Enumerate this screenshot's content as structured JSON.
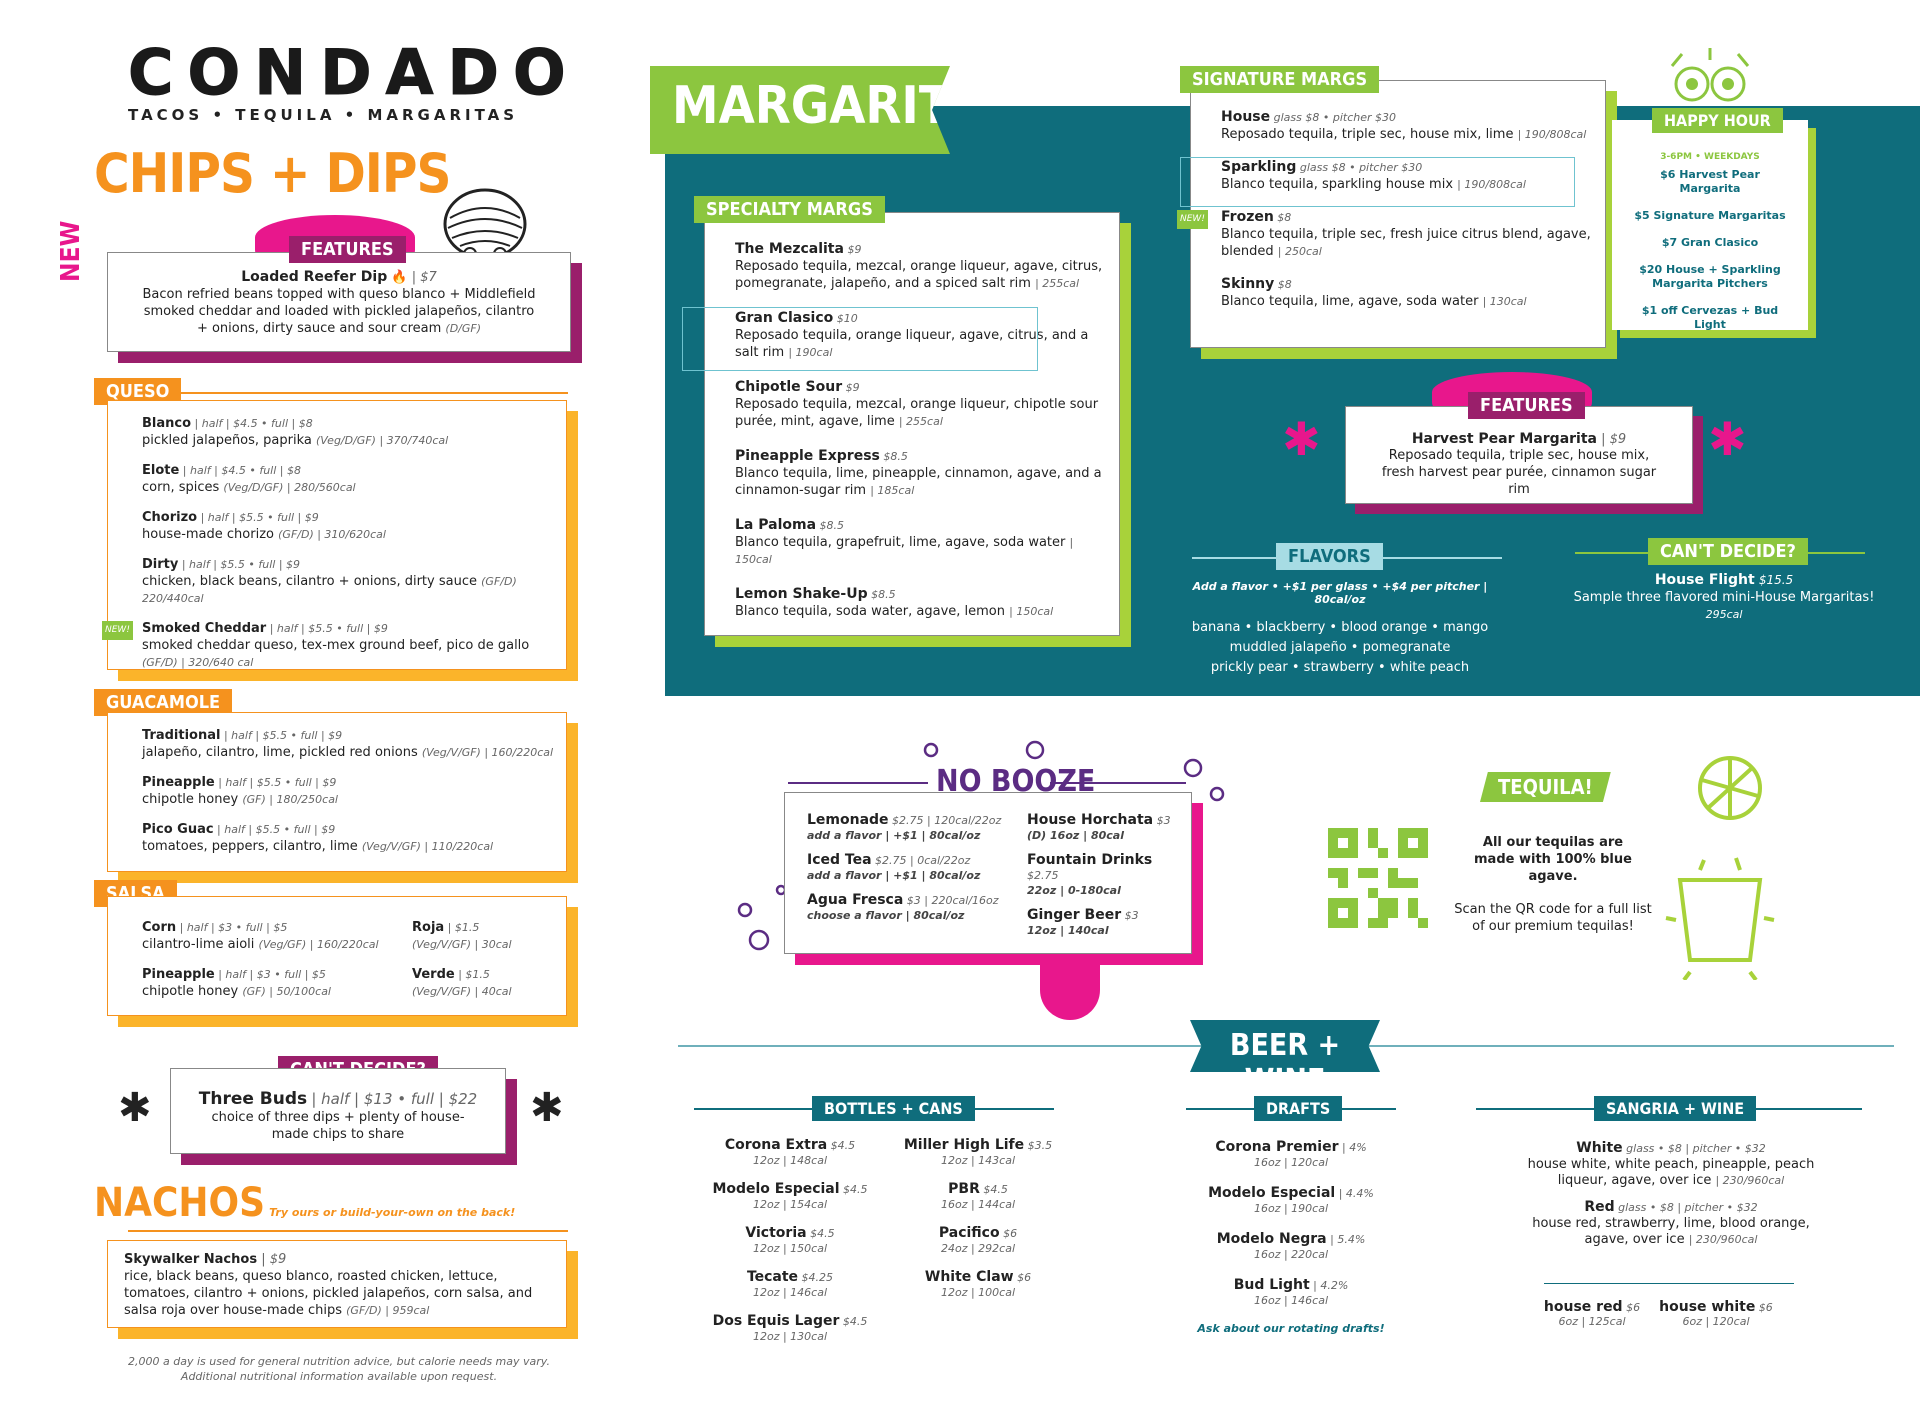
{
  "brand": {
    "name": "CONDADO",
    "tagline": "TACOS • TEQUILA • MARGARITAS"
  },
  "chips": {
    "title": "CHIPS + DIPS",
    "new_tag": "NEW",
    "features": {
      "label": "FEATURES",
      "name": "Loaded Reefer Dip",
      "price": "| $7",
      "desc": "Bacon refried beans topped with queso blanco + Middlefield smoked cheddar and loaded with pickled jalapeños, cilantro + onions, dirty sauce and sour cream",
      "diet": "(D/GF)"
    },
    "queso": {
      "label": "QUESO",
      "items": [
        {
          "name": "Blanco",
          "sizes": "half | $4.5 • full | $8",
          "desc": "pickled jalapeños, paprika",
          "meta": "(Veg/D/GF) | 370/740cal"
        },
        {
          "name": "Elote",
          "sizes": "half | $4.5 • full | $8",
          "desc": "corn, spices",
          "meta": "(Veg/D/GF) | 280/560cal"
        },
        {
          "name": "Chorizo",
          "sizes": "half | $5.5 • full | $9",
          "desc": "house-made chorizo",
          "meta": "(GF/D) | 310/620cal"
        },
        {
          "name": "Dirty",
          "sizes": "half | $5.5 • full | $9",
          "desc": "chicken, black beans, cilantro + onions, dirty sauce",
          "meta": "(GF/D) 220/440cal"
        },
        {
          "name": "Smoked Cheddar",
          "sizes": "half | $5.5 • full | $9",
          "desc": "smoked cheddar queso, tex-mex ground beef, pico de gallo",
          "meta": "(GF/D) | 320/640 cal",
          "new": "NEW!"
        }
      ]
    },
    "guac": {
      "label": "GUACAMOLE",
      "items": [
        {
          "name": "Traditional",
          "sizes": "half | $5.5 • full | $9",
          "desc": "jalapeño, cilantro, lime, pickled red onions",
          "meta": "(Veg/V/GF) | 160/220cal"
        },
        {
          "name": "Pineapple",
          "sizes": "half | $5.5 • full | $9",
          "desc": "chipotle honey",
          "meta": "(GF) | 180/250cal"
        },
        {
          "name": "Pico Guac",
          "sizes": "half | $5.5 • full | $9",
          "desc": "tomatoes, peppers, cilantro, lime",
          "meta": "(Veg/V/GF) | 110/220cal"
        }
      ]
    },
    "salsa": {
      "label": "SALSA",
      "items": [
        {
          "name": "Corn",
          "sizes": "half | $3 • full | $5",
          "desc": "cilantro-lime aioli",
          "meta": "(Veg/GF) | 160/220cal"
        },
        {
          "name": "Pineapple",
          "sizes": "half | $3 • full | $5",
          "desc": "chipotle honey",
          "meta": "(GF) | 50/100cal"
        }
      ],
      "side": [
        {
          "name": "Roja",
          "price": "| $1.5",
          "meta": "(Veg/V/GF) | 30cal"
        },
        {
          "name": "Verde",
          "price": "| $1.5",
          "meta": "(Veg/V/GF) | 40cal"
        }
      ]
    },
    "cant_decide": {
      "label": "CAN'T DECIDE?",
      "name": "Three Buds",
      "price": "| half | $13 • full | $22",
      "desc": "choice of three dips + plenty of house-made chips to share"
    }
  },
  "nachos": {
    "title": "NACHOS",
    "subtitle": "Try ours or build-your-own on the back!",
    "name": "Skywalker Nachos",
    "price": "| $9",
    "desc": "rice, black beans, queso blanco, roasted chicken, lettuce, tomatoes, cilantro + onions, pickled jalapeños, corn salsa, and salsa roja over house-made chips",
    "meta": "(GF/D) | 959cal"
  },
  "footnote": [
    "2,000 a day is used for general nutrition advice, but calorie needs may vary.",
    "Additional nutritional information available upon request."
  ],
  "margaritas": {
    "title": "MARGARITAS",
    "specialty": {
      "label": "SPECIALTY MARGS",
      "items": [
        {
          "name": "The Mezcalita",
          "price": "$9",
          "desc": "Reposado tequila, mezcal, orange liqueur, agave, citrus, pomegranate, jalapeño, and a spiced salt rim",
          "cal": "| 255cal"
        },
        {
          "name": "Gran Clasico",
          "price": "$10",
          "desc": "Reposado tequila, orange liqueur, agave, citrus, and a salt rim",
          "cal": "| 190cal"
        },
        {
          "name": "Chipotle Sour",
          "price": "$9",
          "desc": "Reposado tequila, mezcal, orange liqueur, chipotle sour purée, mint, agave, lime",
          "cal": "| 255cal"
        },
        {
          "name": "Pineapple Express",
          "price": "$8.5",
          "desc": "Blanco tequila, lime, pineapple, cinnamon, agave, and a cinnamon-sugar rim",
          "cal": "| 185cal"
        },
        {
          "name": "La Paloma",
          "price": "$8.5",
          "desc": "Blanco tequila, grapefruit, lime, agave, soda water",
          "cal": "| 150cal"
        },
        {
          "name": "Lemon Shake-Up",
          "price": "$8.5",
          "desc": "Blanco tequila, soda water, agave, lemon",
          "cal": "| 150cal"
        }
      ]
    },
    "signature": {
      "label": "SIGNATURE MARGS",
      "items": [
        {
          "name": "House",
          "price": "glass $8 • pitcher $30",
          "desc": "Reposado tequila, triple sec, house mix, lime",
          "cal": "| 190/808cal"
        },
        {
          "name": "Sparkling",
          "price": "glass $8 • pitcher $30",
          "desc": "Blanco tequila, sparkling house mix",
          "cal": "| 190/808cal"
        },
        {
          "name": "Frozen",
          "price": "$8",
          "desc": "Blanco tequila, triple sec, fresh juice citrus blend, agave, blended",
          "cal": "| 250cal",
          "new": "NEW!"
        },
        {
          "name": "Skinny",
          "price": "$8",
          "desc": "Blanco tequila, lime, agave, soda water",
          "cal": "| 130cal"
        }
      ]
    },
    "happy_hour": {
      "label": "HAPPY HOUR",
      "time": "3-6PM • WEEKDAYS",
      "items": [
        "$6 Harvest Pear Margarita",
        "$5 Signature Margaritas",
        "$7 Gran Clasico",
        "$20 House + Sparkling Margarita Pitchers",
        "$1 off Cervezas + Bud Light"
      ]
    },
    "features": {
      "label": "FEATURES",
      "name": "Harvest Pear Margarita",
      "price": "| $9",
      "desc": "Reposado tequila, triple sec, house mix,  fresh harvest pear purée, cinnamon sugar rim"
    },
    "flavors": {
      "label": "FLAVORS",
      "note": "Add a flavor • +$1 per glass • +$4 per pitcher | 80cal/oz",
      "list": [
        "banana • blackberry • blood orange • mango",
        "muddled jalapeño  • pomegranate",
        "prickly pear • strawberry • white peach"
      ]
    },
    "cant_decide": {
      "label": "CAN'T DECIDE?",
      "name": "House Flight",
      "price": "$15.5",
      "desc": "Sample three flavored mini-House Margaritas!",
      "cal": "295cal"
    }
  },
  "no_booze": {
    "title": "NO BOOZE",
    "left": [
      {
        "name": "Lemonade",
        "price": "$2.75 | 120cal/22oz",
        "sub": "add a flavor | +$1 | 80cal/oz"
      },
      {
        "name": "Iced Tea",
        "price": "$2.75 | 0cal/22oz",
        "sub": "add a flavor | +$1 | 80cal/oz"
      },
      {
        "name": "Agua Fresca",
        "price": "$3 | 220cal/16oz",
        "sub": "choose a flavor | 80cal/oz"
      }
    ],
    "right": [
      {
        "name": "House Horchata",
        "price": "$3",
        "sub": "(D) 16oz | 80cal"
      },
      {
        "name": "Fountain Drinks",
        "price": "$2.75",
        "sub": "22oz | 0-180cal"
      },
      {
        "name": "Ginger Beer",
        "price": "$3",
        "sub": "12oz | 140cal"
      }
    ]
  },
  "tequila": {
    "title": "TEQUILA!",
    "line1": "All our tequilas are made with 100% blue agave.",
    "line2": "Scan the QR code for a full list of our premium tequilas!"
  },
  "beer_wine": {
    "title": "BEER + WINE",
    "bottles": {
      "label": "BOTTLES + CANS",
      "col1": [
        {
          "name": "Corona Extra",
          "price": "$4.5",
          "sub": "12oz | 148cal"
        },
        {
          "name": "Modelo Especial",
          "price": "$4.5",
          "sub": "12oz | 154cal"
        },
        {
          "name": "Victoria",
          "price": "$4.5",
          "sub": "12oz | 150cal"
        },
        {
          "name": "Tecate",
          "price": "$4.25",
          "sub": "12oz | 146cal"
        },
        {
          "name": "Dos Equis Lager",
          "price": "$4.5",
          "sub": "12oz | 130cal"
        }
      ],
      "col2": [
        {
          "name": "Miller High Life",
          "price": "$3.5",
          "sub": "12oz | 143cal"
        },
        {
          "name": "PBR",
          "price": "$4.5",
          "sub": "16oz | 144cal"
        },
        {
          "name": "Pacifico",
          "price": "$6",
          "sub": "24oz | 292cal"
        },
        {
          "name": "White Claw",
          "price": "$6",
          "sub": "12oz | 100cal"
        }
      ]
    },
    "drafts": {
      "label": "DRAFTS",
      "items": [
        {
          "name": "Corona Premier",
          "price": "| 4%",
          "sub": "16oz | 120cal"
        },
        {
          "name": "Modelo Especial",
          "price": "| 4.4%",
          "sub": "16oz | 190cal"
        },
        {
          "name": "Modelo Negra",
          "price": "| 5.4%",
          "sub": "16oz | 220cal"
        },
        {
          "name": "Bud Light",
          "price": "| 4.2%",
          "sub": "16oz | 146cal"
        }
      ],
      "note": "Ask about our rotating drafts!"
    },
    "sangria": {
      "label": "SANGRIA + WINE",
      "items": [
        {
          "name": "White",
          "price": "glass • $8 | pitcher • $32",
          "desc": "house white, white peach, pineapple, peach liqueur, agave, over ice",
          "cal": "| 230/960cal"
        },
        {
          "name": "Red",
          "price": "glass • $8 | pitcher • $32",
          "desc": "house red, strawberry, lime, blood orange, agave, over ice",
          "cal": "| 230/960cal"
        }
      ],
      "wines": [
        {
          "name": "house red",
          "price": "$6",
          "sub": "6oz | 125cal"
        },
        {
          "name": "house white",
          "price": "$6",
          "sub": "6oz | 120cal"
        }
      ]
    }
  },
  "colors": {
    "orange": "#f5921e",
    "teal": "#0f6d7c",
    "green": "#8cc63f",
    "magenta": "#e8178c",
    "purple": "#9a1f6b",
    "yellow": "#fbb42a",
    "darkpurple": "#5b2c83"
  }
}
